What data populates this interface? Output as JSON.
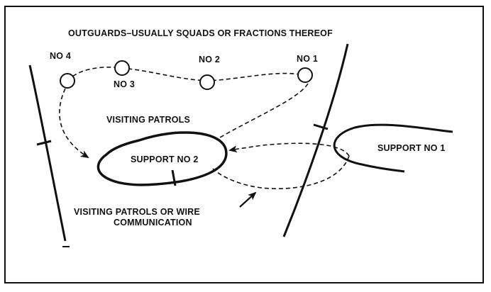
{
  "title": "OUTGUARDS–USUALLY SQUADS OR FRACTIONS THEREOF",
  "outguards": [
    {
      "label": "NO 4"
    },
    {
      "label": "NO 3"
    },
    {
      "label": "NO 2"
    },
    {
      "label": "NO 1"
    }
  ],
  "supports": [
    {
      "label": "SUPPORT NO 2"
    },
    {
      "label": "SUPPORT NO 1"
    }
  ],
  "annotations": {
    "visiting_patrols": "VISITING PATROLS",
    "wire_comm_line1": "VISITING PATROLS OR WIRE",
    "wire_comm_line2": "COMMUNICATION"
  },
  "colors": {
    "ink": "#111111",
    "background": "#ffffff"
  }
}
